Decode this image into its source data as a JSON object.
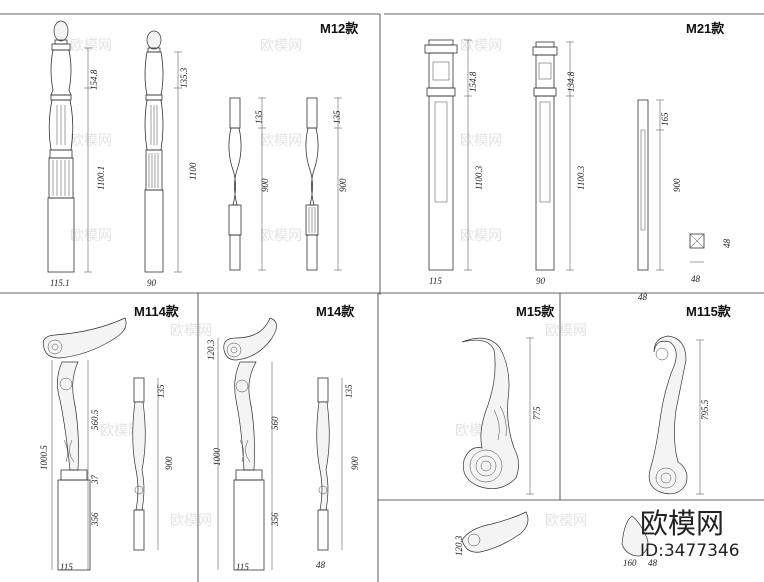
{
  "panels": {
    "m12": {
      "title": "M12款",
      "dims": [
        "154.8",
        "1100.1",
        "115.1",
        "135.3",
        "1100",
        "90",
        "135",
        "900",
        "135",
        "900"
      ]
    },
    "m21": {
      "title": "M21款",
      "dims": [
        "154.8",
        "1100.3",
        "115",
        "134.8",
        "1100.3",
        "90",
        "165",
        "900",
        "48",
        "48",
        "48"
      ]
    },
    "m114": {
      "title": "M114款",
      "dims": [
        "560.5",
        "1000.5",
        "37",
        "356",
        "115",
        "135",
        "900"
      ]
    },
    "m14": {
      "title": "M14款",
      "dims": [
        "120.3",
        "560",
        "1000",
        "356",
        "115",
        "135",
        "900",
        "48"
      ]
    },
    "m15": {
      "title": "M15款",
      "dims": [
        "775",
        "120.3"
      ]
    },
    "m115": {
      "title": "M115款",
      "dims": [
        "795.5",
        "160",
        "48"
      ]
    }
  },
  "watermark": {
    "text": "欧模网"
  },
  "brand": {
    "name": "欧模网",
    "id": "ID:3477346"
  }
}
